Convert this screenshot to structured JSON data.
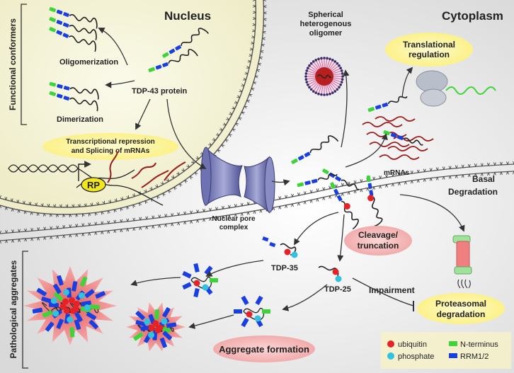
{
  "titles": {
    "nucleus": "Nucleus",
    "cytoplasm": "Cytoplasm"
  },
  "side_labels": {
    "functional": "Functional conformers",
    "pathological": "Pathological aggregates"
  },
  "labels": {
    "oligomerization": "Oligomerization",
    "dimerization": "Dimerization",
    "tdp43": "TDP-43 protein",
    "transcription_line1": "Transcriptional repression",
    "transcription_line2": "and Splicing of mRNAs",
    "rp": "RP",
    "pore_line1": "Nuclear pore",
    "pore_line2": "complex",
    "spherical_line1": "Spherical",
    "spherical_line2": "heterogenous",
    "spherical_line3": "oligomer",
    "translational_line1": "Translational",
    "translational_line2": "regulation",
    "mrnas": "mRNAs",
    "basal_line1": "Basal",
    "basal_line2": "Degradation",
    "cleavage_line1": "Cleavage/",
    "cleavage_line2": "truncation",
    "tdp35": "TDP-35",
    "tdp25": "TDP-25",
    "impairment": "Impairment",
    "proteasomal_line1": "Proteasomal",
    "proteasomal_line2": "degradation",
    "aggregate_formation": "Aggregate formation"
  },
  "legend": [
    {
      "label": "ubiquitin",
      "color": "#e52228",
      "shape": "circle"
    },
    {
      "label": "phosphate",
      "color": "#33c1e0",
      "shape": "circle"
    },
    {
      "label": "N-terminus",
      "color": "#3dd43a",
      "shape": "rect"
    },
    {
      "label": "RRM1/2",
      "color": "#1a3fe0",
      "shape": "rect"
    }
  ],
  "colors": {
    "nucleus_fill": "#f6f4d8",
    "membrane": "#444444",
    "bubble_yellow": "#fdf7a8",
    "bubble_pink": "#f5b8b8",
    "n_terminus": "#3dd43a",
    "rrm": "#1a3fe0",
    "ubiquitin": "#e52228",
    "phosphate": "#33c1e0",
    "mrna": "#9b1b1b"
  }
}
